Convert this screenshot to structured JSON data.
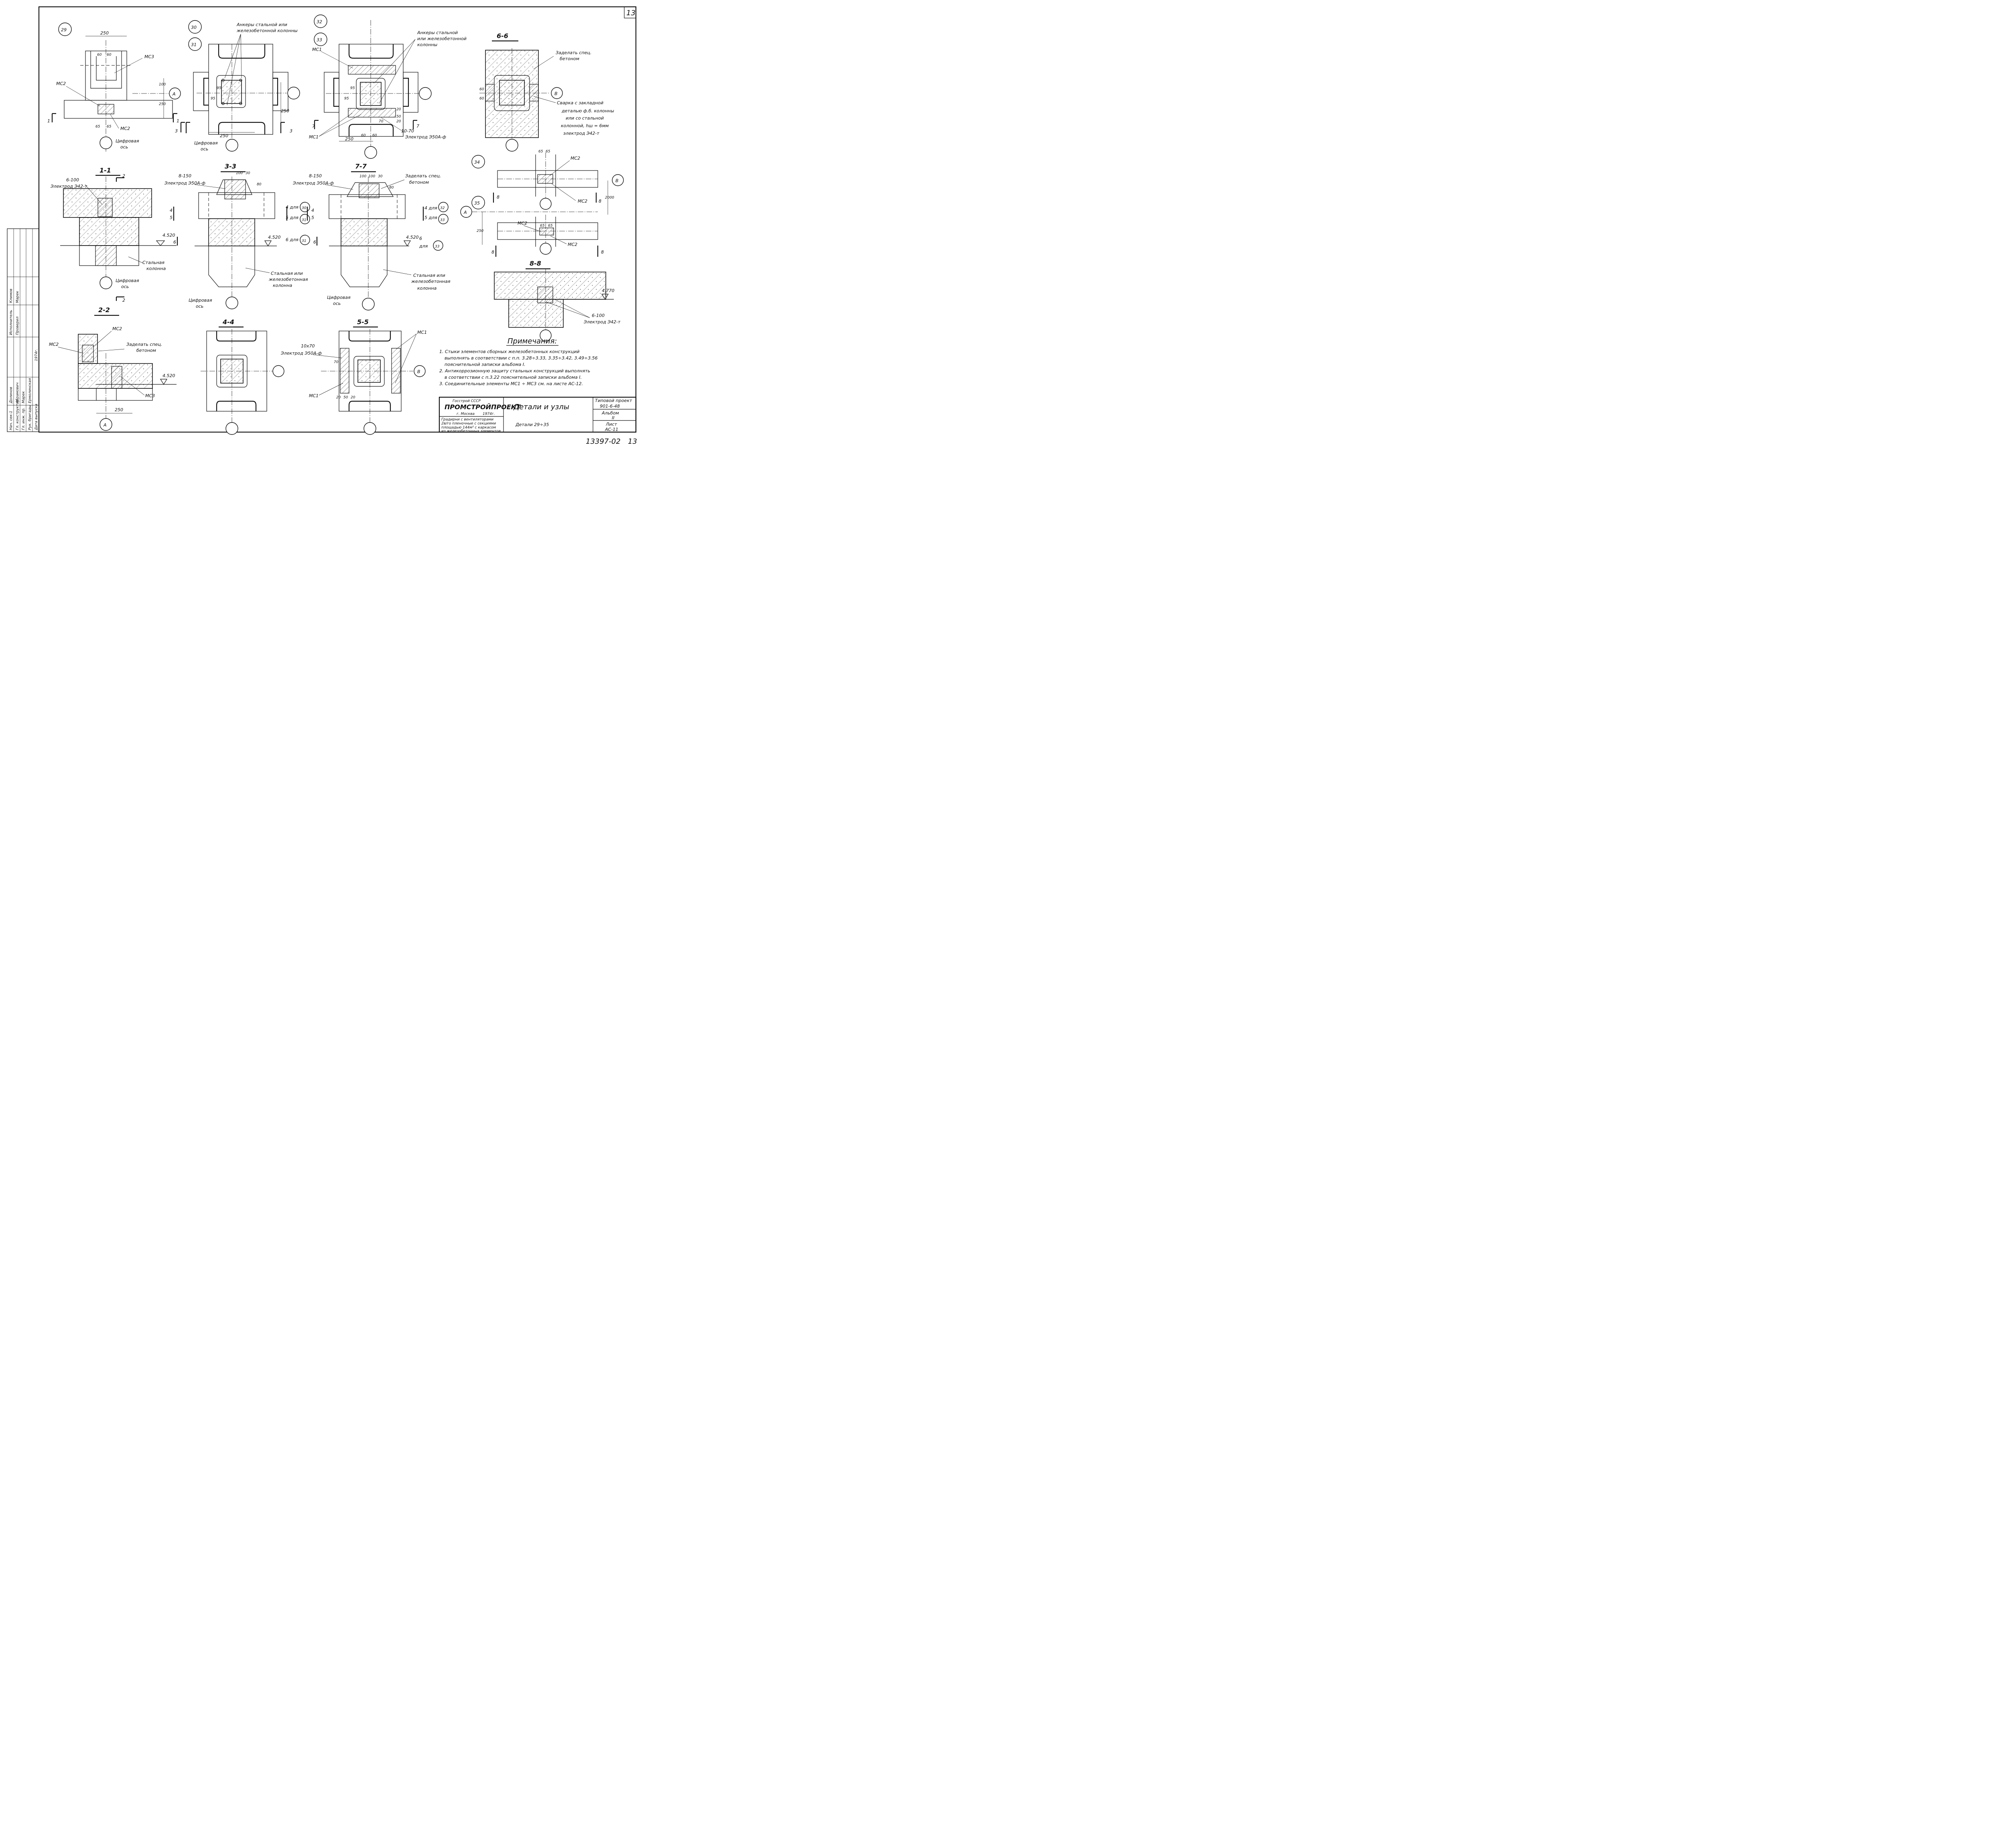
{
  "sheet": {
    "sheet_number_top": "13",
    "archive_number": "13397-02",
    "sheet_number_bottom": "13"
  },
  "details": {
    "d29": {
      "marker": "29",
      "dim_250_top": "250",
      "dim_60a": "60",
      "dim_60b": "60",
      "dim_100": "100",
      "dim_250_right": "250",
      "dim_65a": "65",
      "dim_65b": "65",
      "axis": "А",
      "mc2_a": "МС2",
      "mc2_b": "МС2",
      "mc3": "МС3",
      "cut1": "1",
      "cut1b": "1",
      "cut3": "3",
      "axis_label_1": "Цифровая",
      "axis_label_2": "ось"
    },
    "d30": {
      "marker_a": "30",
      "marker_b": "31",
      "anchors_1": "Анкеры стальной или",
      "anchors_2": "железобетонной колонны",
      "dim_95a": "95",
      "dim_95b": "95",
      "dim_250_bottom": "250",
      "dim_250_right": "250",
      "cut3": "3",
      "axis_label_1": "Цифровая",
      "axis_label_2": "ось"
    },
    "d32": {
      "marker_a": "32",
      "marker_b": "33",
      "anchors_1": "Анкеры стальной",
      "anchors_2": "или железобетонной",
      "anchors_3": "колонны",
      "mc1_top": "МС1",
      "mc1_bot": "МС1",
      "dim_95a": "95",
      "dim_95b": "95",
      "dim_20": "20",
      "dim_50": "50",
      "dim_20b": "20",
      "dim_70": "70",
      "dim_10_70": "10-70",
      "electrode": "Электрод Э50А-ф",
      "dim_60a": "60",
      "dim_60b": "60",
      "dim_250": "250",
      "cut7a": "7",
      "cut7b": "7"
    },
    "d66": {
      "title": "6-6",
      "note_1": "Заделать спец.",
      "note_2": "бетоном",
      "dim_60a": "60",
      "dim_60b": "60",
      "axis": "В",
      "weld_1": "Сварка с закладной",
      "weld_2": "деталью ф.б. колонны",
      "weld_3": "или со стальной",
      "weld_4": "колонной, hш = 6мм",
      "weld_5": "электрод Э42-т"
    },
    "s11": {
      "title": "1-1",
      "dim_6_100": "6-100",
      "electrode": "Электрод Э42-т",
      "cut2a": "2",
      "cut2b": "2",
      "level": "4.520",
      "lvl_mark": "6",
      "column_1": "Стальная",
      "column_2": "колонна",
      "axis_label_1": "Цифровая",
      "axis_label_2": "ось"
    },
    "s33": {
      "title": "3-3",
      "dim_8_150": "8-150",
      "electrode": "Электрод Э50А-ф",
      "dim_100": "100",
      "dim_30": "30",
      "dim_80": "80",
      "cut4": "4",
      "cut5": "5",
      "for4": "4 для",
      "for5": "5 для",
      "for6": "6 для",
      "m30": "30",
      "m31a": "31",
      "m31b": "31",
      "level": "4.520",
      "lvl6": "6",
      "column_1": "Стальная или",
      "column_2": "железобетонная",
      "column_3": "колонна",
      "axis_label_1": "Цифровая",
      "axis_label_2": "ось"
    },
    "s77": {
      "title": "7-7",
      "dim_8_150": "8-150",
      "electrode": "Электрод Э50А-ф",
      "dim_100a": "100",
      "dim_100b": "100",
      "dim_30": "30",
      "dim_80": "80",
      "note_1": "Заделать спец.",
      "note_2": "бетоном",
      "cut4": "4",
      "cut5": "5",
      "for4": "4 для",
      "for5": "5 для",
      "for6": "для",
      "lvl6": "6",
      "m32": "32",
      "m33a": "33",
      "m33b": "33",
      "level": "4.520",
      "column_1": "Стальная или",
      "column_2": "железобетонная",
      "column_3": "колонна",
      "axis_label_1": "Цифровая",
      "axis_label_2": "ось"
    },
    "d34": {
      "marker_a": "34",
      "marker_b": "35",
      "dim_65a": "65",
      "dim_65b": "65",
      "mc2_a": "МС2",
      "mc2_b": "МС2",
      "mc2_c": "МС2",
      "mc2_d": "МС2",
      "axis_b": "В",
      "axis_a": "А",
      "dim_2000": "2000",
      "dim_250": "250",
      "cut8a": "8",
      "cut8b": "8",
      "cut8c": "8",
      "cut8d": "8",
      "dim_65c": "65",
      "dim_65d": "65"
    },
    "s88": {
      "title": "8-8",
      "level": "4.770",
      "dim_6_100": "6-100",
      "electrode": "Электрод Э42-т"
    },
    "s22": {
      "title": "2-2",
      "mc2_a": "МС2",
      "mc2_b": "МС2",
      "mc3": "МС3",
      "note_1": "Заделать спец.",
      "note_2": "бетоном",
      "level": "4.520",
      "dim_250": "250",
      "axis": "А"
    },
    "s44": {
      "title": "4-4"
    },
    "s55": {
      "title": "5-5",
      "mc1_a": "МС1",
      "mc1_b": "МС1",
      "dim_10x70": "10х70",
      "electrode": "Электрод Э50А-ф",
      "dim_70": "70",
      "dim_20a": "20",
      "dim_50": "50",
      "dim_20b": "20",
      "axis": "В"
    }
  },
  "notes": {
    "title": "Примечания:",
    "n1_a": "1. Стыки элементов сборных железобетонных конструкций",
    "n1_b": "выполнять в соответствии с п.п. 3.28÷3.33, 3.35÷3.42, 3.49÷3.56",
    "n1_c": "пояснительной записки альбома I.",
    "n2_a": "2. Антикоррозионную защиту стальных конструкций выполнять",
    "n2_b": "в соответствии с п.3.22 пояснительной записки альбома I.",
    "n3": "3. Соединительные элементы МС1 ÷ МС3 см. на листе АС-12."
  },
  "title_block": {
    "org_1": "Госстрой СССР",
    "org_2": "ПРОМСТРОЙПРОЕКТ",
    "org_3": "г. Москва",
    "org_year": "1974г.",
    "desc_1": "Градирни с вентиляторами",
    "desc_2": "2в/го пленочные с секциями",
    "desc_3": "площадью 144м² с каркасом",
    "desc_4": "из железобетонных элементов",
    "drawing_title": "Детали и узлы",
    "drawing_subtitle": "Детали 29÷35",
    "project_label": "Типовой проект",
    "project_number": "901-6-48",
    "album_label": "Альбом",
    "album_number": "II",
    "sheet_label": "Лист",
    "sheet_code": "АС-11"
  },
  "side_stamp": {
    "rows": [
      {
        "role": "Нач. сек-1",
        "name": "Долинов"
      },
      {
        "role": "Гл. конструктор",
        "name": "Абрамович"
      },
      {
        "role": "Гл. инж. пр.",
        "name": "Марек"
      },
      {
        "role": "Рук. бригады",
        "name": "Ермолинская"
      },
      {
        "role": "Дата выпуска",
        "name": "1974г."
      }
    ],
    "role2": "Исполнитель",
    "name2": "Климов",
    "role3": "Проверил",
    "name3": "Марек"
  }
}
